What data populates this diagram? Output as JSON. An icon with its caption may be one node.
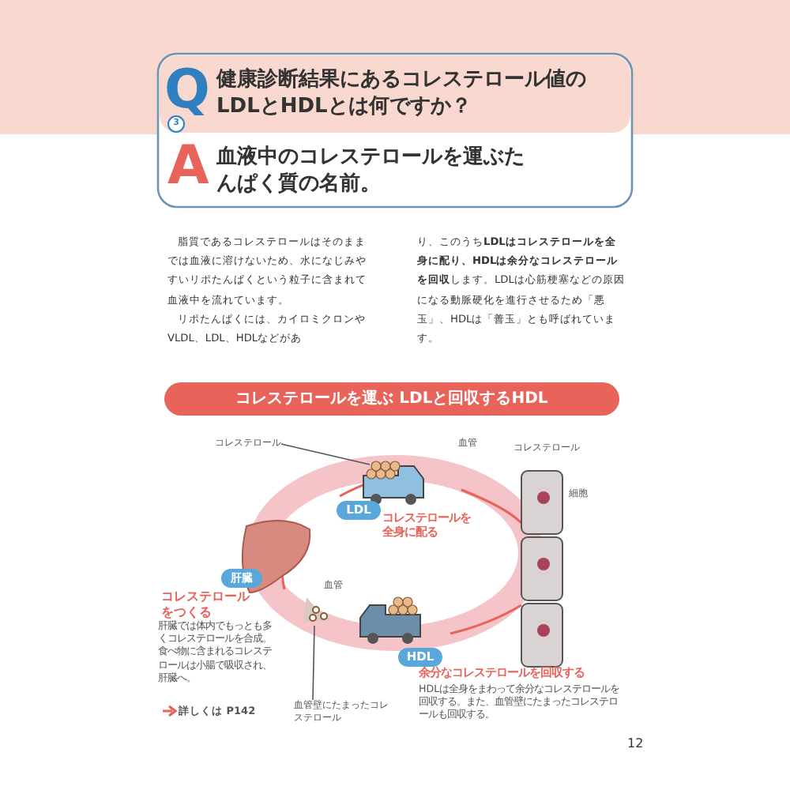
{
  "diagram": {
    "nodes": [
      {
        "text": [
          "コレステロール"
        ]
      },
      {
        "text": [],
        "shape": "picture"
      },
      {
        "text": [
          "血管壁にたまったコレステロール"
        ]
      },
      {
        "text": [],
        "shape": "picture"
      }
    ],
    "edges": [
      {
        "from": 0,
        "to": 1,
        "arrow": "none"
      },
      {
        "from": 2,
        "to": 3,
        "arrow": "none"
      }
    ],
    "labels": [
      "3",
      "Q",
      "健康診断結果にあるコレステロール値の**LDL**と**HDL**とは何ですか？",
      "A",
      "血液中の**コレステロールを運ぶたんぱく質**の名前。",
      "脂質であるコレステロールはそのままでは血液に溶けないため、水になじみやすいリポたんぱくという粒子に含まれて血液中を流れています。",
      "リポたんぱくには、カイロミクロンやVLDL、LDL、HDLなどがあ",
      "り、このうち**LDLはコレステロールを全身に配り、HDLは余分なコレステロールを回収**します。LDLは心筋梗塞などの原因になる動脈硬化を進行させるため「悪玉」、HDLは「善玉」とも呼ばれています。",
      "コレステロールを運ぶ LDLと回収するHDL",
      "血管",
      "コレステロール",
      "細胞",
      "LDL",
      "コレステロールを全身に配る",
      "肝臓",
      "血管",
      "コレステロールをつくる",
      "肝臓では体内でもっとも多くコレステロールを合成。食べ物に含まれるコレステロールは小腸で吸収され、肝臓へ。",
      "詳しくは P142",
      "HDL",
      "余分なコレステロールを回収する",
      "HDLは全身をまわって余分なコレステロールを回収する。また、血管壁にたまったコレステロールも回収する。",
      "12"
    ]
  }
}
